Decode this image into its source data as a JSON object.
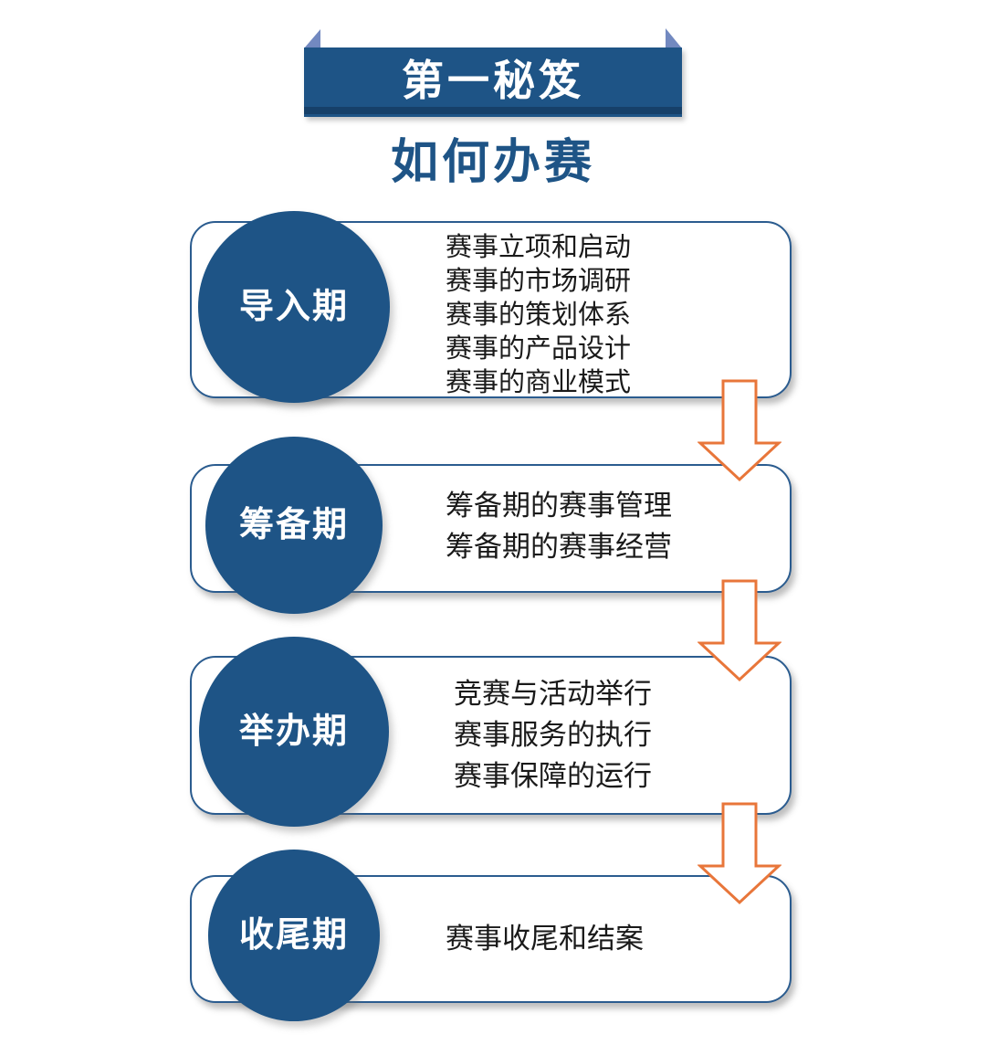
{
  "header": {
    "banner_title": "第一秘笈",
    "page_title": "如何办赛"
  },
  "phases": [
    {
      "label": "导入期",
      "items": [
        "赛事立项和启动",
        "赛事的市场调研",
        "赛事的策划体系",
        "赛事的产品设计",
        "赛事的商业模式"
      ]
    },
    {
      "label": "筹备期",
      "items": [
        "筹备期的赛事管理",
        "筹备期的赛事经营"
      ]
    },
    {
      "label": "举办期",
      "items": [
        "竞赛与活动举行",
        "赛事服务的执行",
        "赛事保障的运行"
      ]
    },
    {
      "label": "收尾期",
      "items": [
        "赛事收尾和结案"
      ]
    }
  ],
  "connectors": [
    "down-arrow",
    "down-arrow",
    "down-arrow"
  ],
  "colors": {
    "primary_blue": "#1E5486",
    "banner_bottom_strip": "#164069",
    "ribbon_fold_blue": "#7289C0",
    "card_border_blue": "#2B5C8F",
    "arrow_orange": "#E8763A",
    "body_text": "#1A1A1A",
    "background": "#FFFFFF"
  }
}
